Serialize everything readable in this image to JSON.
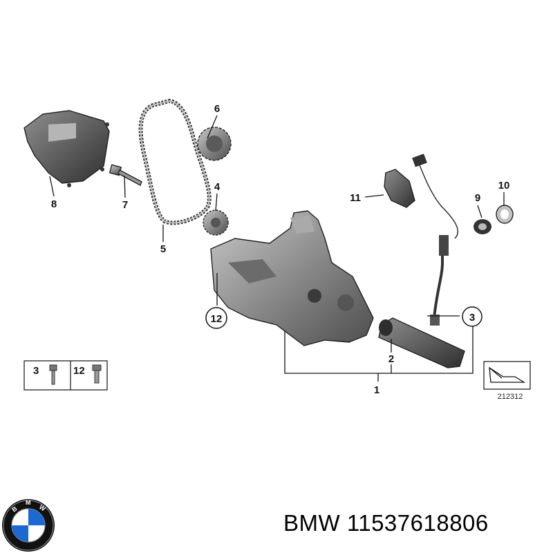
{
  "diagram": {
    "callouts": {
      "c1": "1",
      "c2": "2",
      "c3": "3",
      "c4": "4",
      "c5": "5",
      "c6": "6",
      "c7": "7",
      "c8": "8",
      "c9": "9",
      "c10": "10",
      "c11": "11",
      "c12": "12"
    },
    "legend": {
      "item_a": "3",
      "item_b": "12"
    },
    "reference_code": "212312"
  },
  "footer": {
    "brand_part": "BMW 11537618806",
    "logo_letters": "BMW"
  },
  "colors": {
    "part_fill": "#8d8d8d",
    "part_dark": "#4a4a4a",
    "logo_blue": "#1c69d4",
    "logo_ring": "#111111"
  }
}
